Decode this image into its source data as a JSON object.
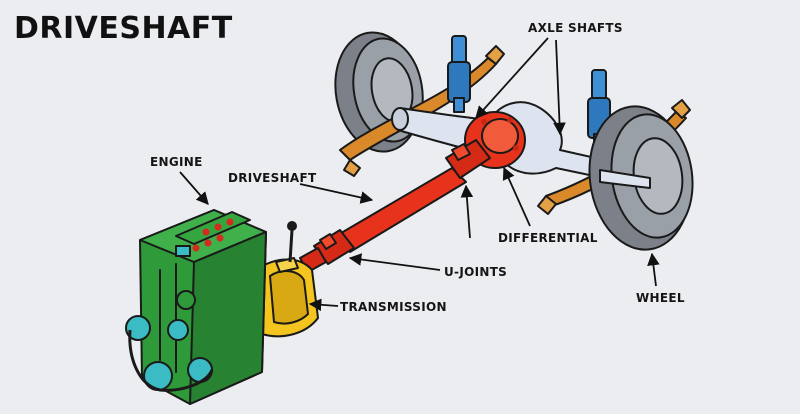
{
  "title": "DRIVESHAFT",
  "labels": {
    "axle_shafts": "AXLE SHAFTS",
    "engine": "ENGINE",
    "driveshaft": "DRIVESHAFT",
    "differential": "DIFFERENTIAL",
    "u_joints": "U-JOINTS",
    "transmission": "TRANSMISSION",
    "wheel": "WHEEL"
  },
  "colors": {
    "background": "#ecedf0",
    "engine": "#2f9a3a",
    "transmission": "#f3c51e",
    "driveshaft": "#e8331c",
    "axle": "#dde4ef",
    "leaf_spring": "#d9892a",
    "shock_absorber": "#3f8fd6",
    "wheel": "#8a9099",
    "pulleys": "#3bbcc4"
  }
}
